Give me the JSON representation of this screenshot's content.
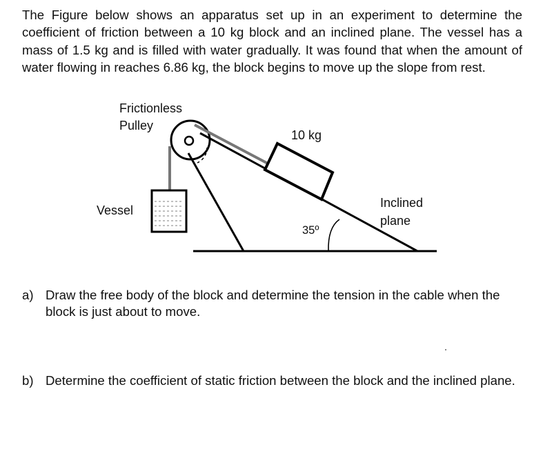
{
  "problem": {
    "intro": "The Figure below shows an apparatus set up in an experiment to determine the coefficient of friction between a 10 kg block and an inclined plane. The vessel has a mass of 1.5 kg and is filled with water gradually. It was found that when the amount of water flowing in reaches 6.86 kg, the block begins to move up the slope from rest."
  },
  "figure": {
    "pulley_label_line1": "Frictionless",
    "pulley_label_line2": "Pulley",
    "block_label": "10 kg",
    "vessel_label": "Vessel",
    "plane_label_line1": "Inclined",
    "plane_label_line2": "plane",
    "angle_label": "35º"
  },
  "questions": [
    {
      "label": "a)",
      "text": "Draw the free body of the block and determine the tension in the cable when the block is just about to move."
    },
    {
      "label": "b)",
      "text": "Determine the coefficient of static friction between the block and the inclined plane."
    }
  ]
}
